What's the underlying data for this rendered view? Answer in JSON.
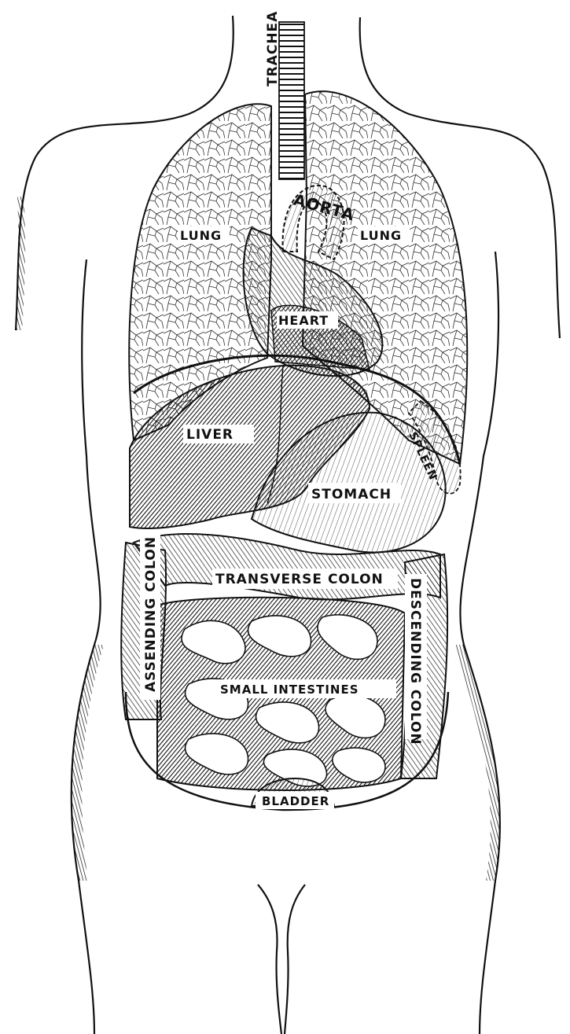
{
  "labels": {
    "trachea": "TRACHEA",
    "aorta": "AORTA",
    "lung_right": "LUNG",
    "lung_left": "LUNG",
    "heart": "HEART",
    "liver": "LIVER",
    "spleen": "SPLEEN",
    "stomach": "STOMACH",
    "transverse_colon": "TRANSVERSE COLON",
    "ascending_colon": "ASSENDING COLON",
    "descending_colon": "DESCENDING COLON",
    "small_intestines": "SMALL INTESTINES",
    "bladder": "BLADDER"
  },
  "colors": {
    "ink": "#111111",
    "paper": "#ffffff"
  }
}
